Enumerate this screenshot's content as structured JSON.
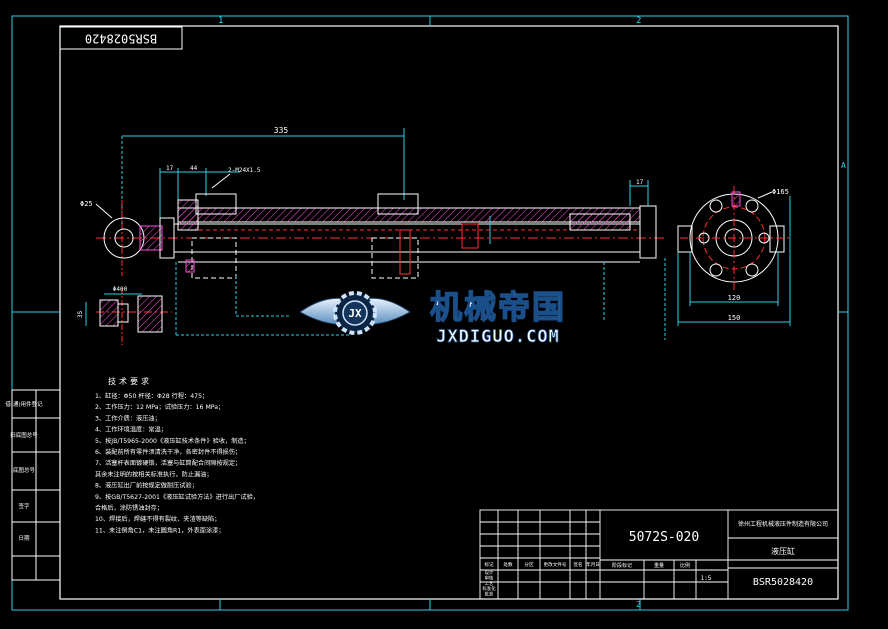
{
  "drawing_number_rotated": "BSR5028420",
  "zone_labels": {
    "top_1": "1",
    "top_2": "2",
    "right_a": "A",
    "bottom_2": "2"
  },
  "dimensions": {
    "overall_length": "335",
    "left_17": "17",
    "left_44": "44",
    "thread_callout": "2-M24X1.5",
    "left_phi": "Φ25",
    "right_17": "17",
    "flange_phi": "Φ165",
    "flange_width_inner": "120",
    "flange_width_outer": "150",
    "side_dim_1": "Φ400",
    "side_dim_2": "35"
  },
  "watermark": {
    "title": "机械帝国",
    "url": "JXDIGUO.COM"
  },
  "tech_requirements": {
    "heading": "技术要求",
    "items": [
      "1、缸径：Φ50 杆径：Φ28 行程：475；",
      "2、工作压力：12 MPa；试验压力：16 MPa；",
      "3、工作介质：液压油；",
      "4、工作环境温度：常温；",
      "5、按JB/T5965-2000《液压缸技术条件》验收，制造；",
      "6、装配前所有零件须清洗干净，各密封件不得损伤；",
      "7、活塞杆表面镀硬铬，活塞与缸筒配合间隙按规定；",
      "  其余未注明的按相关标准执行，防止漏油；",
      "8、液压缸出厂前按规定做耐压试验；",
      "9、按GB/T5627-2001《液压缸试验方法》进行出厂试验，",
      "  合格后，涂防锈油封存；",
      "10、焊接后，焊缝不得有裂纹、夹渣等缺陷；",
      "11、未注倒角C1，未注圆角R1，外表面涂漆；"
    ]
  },
  "left_sidebar_labels": [
    "借(通)用件登记",
    "旧底图总号",
    "底图总号",
    "签字",
    "日期"
  ],
  "title_block": {
    "model": "5072S-020",
    "company": "徐州工程机械液压件制造有限公司",
    "part_name": "液压缸",
    "drawing_number": "BSR5028420",
    "scale": "1:5",
    "rev_headers": [
      "标记",
      "处数",
      "分区",
      "更改文件号",
      "签名",
      "年月日"
    ],
    "role_labels": [
      "设计",
      "审核",
      "工艺",
      "标准化",
      "批准"
    ],
    "stage_headers": [
      "阶段标记",
      "重量",
      "比例"
    ]
  }
}
